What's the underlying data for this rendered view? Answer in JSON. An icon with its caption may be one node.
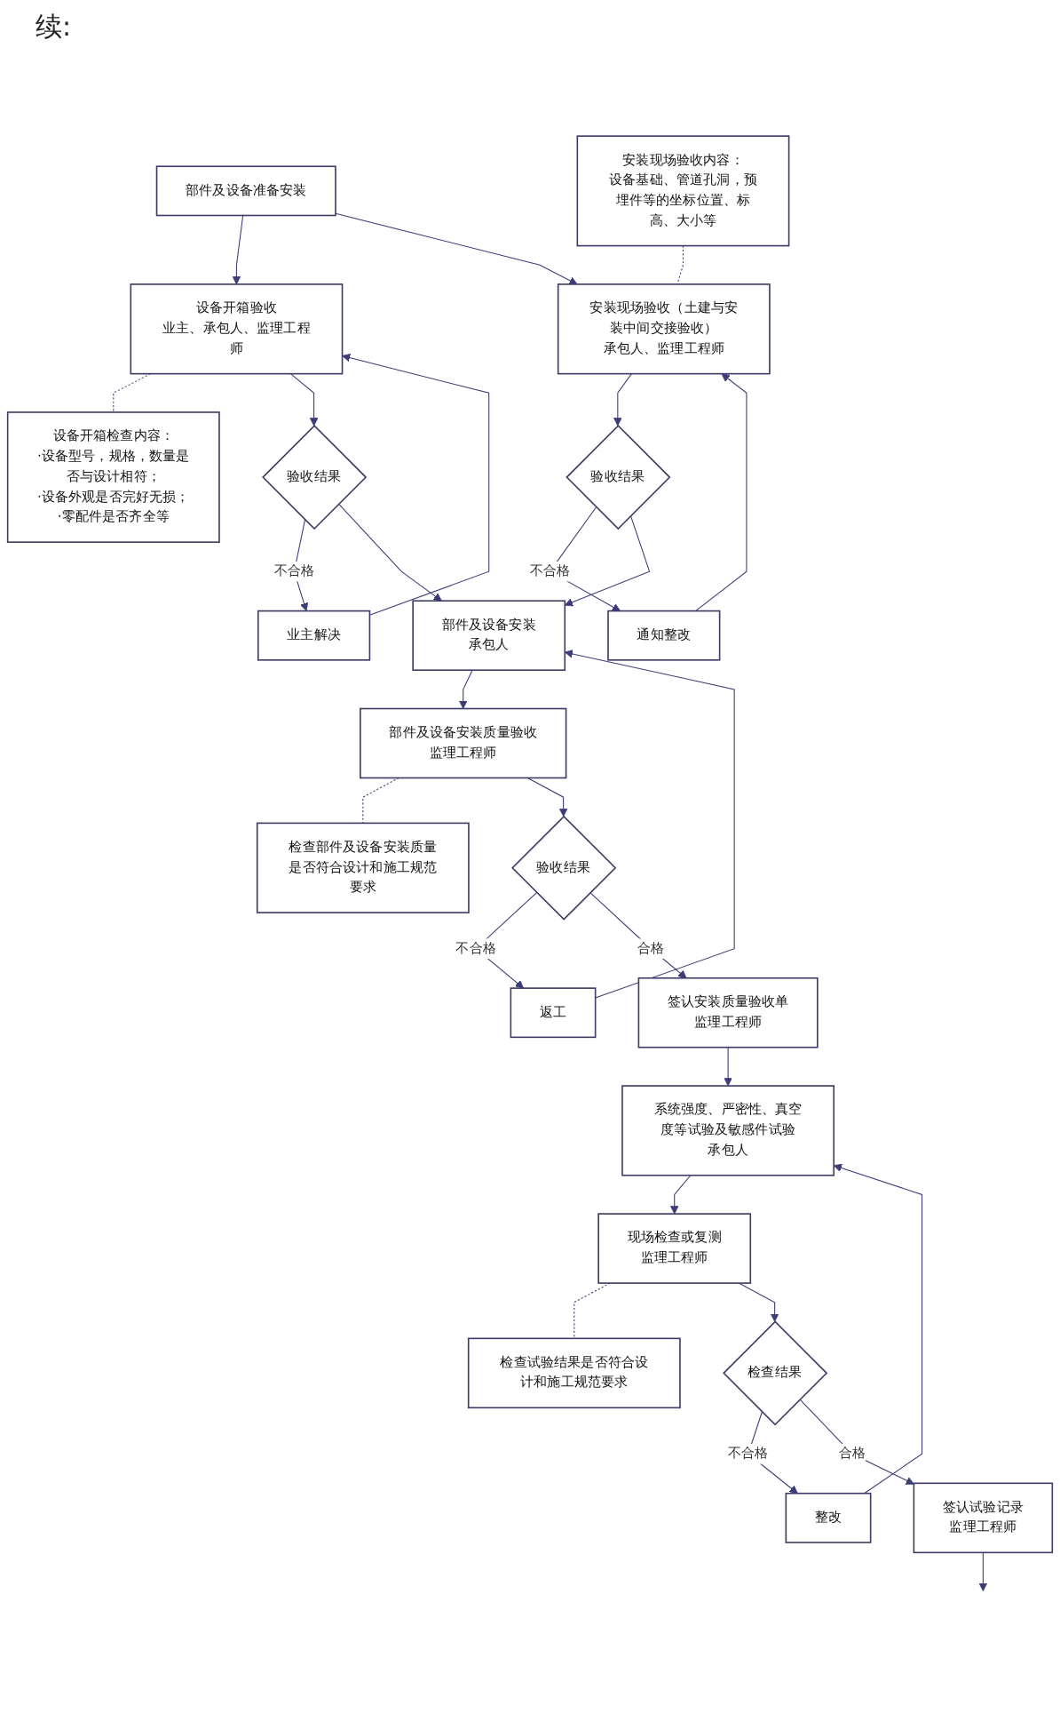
{
  "diagram": {
    "nodes": [
      {
        "text": [
          "部件及设备准备安装"
        ]
      },
      {
        "text": [
          "设备开箱检查内容：",
          "·设备型号，规格，数量是否与设计相符；",
          "·设备外观是否完好无损；",
          "·零配件是否齐全等"
        ]
      },
      {
        "text": [
          "设备开箱验收",
          "业主、承包人、监理工程师"
        ]
      },
      {
        "text": [
          "安装现场验收（土建与安装中间交接验收）",
          "承包人、监理工程师"
        ]
      },
      {
        "text": [
          "安装现场验收内容：",
          "设备基础、管道孔洞，预埋件等的坐标位置、标高、大小等"
        ]
      },
      {
        "text": [
          "业主解决"
        ]
      },
      {
        "text": [
          "验收结果"
        ]
      },
      {
        "text": [
          "验收结果"
        ]
      },
      {
        "text": [
          "通知整改"
        ]
      },
      {
        "text": [
          "部件及设备安装",
          "承包人"
        ]
      },
      {
        "text": [
          "检查部件及设备安装质量是否符合设计和施工规范要求"
        ]
      },
      {
        "text": [
          "部件及设备安装质量验收",
          "监理工程师"
        ]
      },
      {
        "text": [
          "验收结果"
        ]
      },
      {
        "text": [
          "返工"
        ]
      },
      {
        "text": [
          "签认安装质量验收单",
          "监理工程师"
        ]
      },
      {
        "text": [
          "系统强度、严密性、真空度等试验及敏感件试验",
          "承包人"
        ]
      },
      {
        "text": [
          "检查试验结果是否符合设计和施工规范要求"
        ]
      },
      {
        "text": [
          "现场检查或复测",
          "监理工程师"
        ]
      },
      {
        "text": [
          "检查结果"
        ]
      },
      {
        "text": [
          "整改"
        ]
      },
      {
        "text": [
          "签认试验记录",
          "监理工程师"
        ]
      }
    ],
    "edges": [
      {
        "from": 0,
        "to": 2,
        "arrow": "to"
      },
      {
        "from": 0,
        "to": 3,
        "arrow": "to"
      },
      {
        "from": 1,
        "to": 2,
        "arrow": "none",
        "style": "dashed"
      },
      {
        "from": 3,
        "to": 4,
        "arrow": "none",
        "style": "dashed"
      },
      {
        "from": 2,
        "to": 6,
        "arrow": "to"
      },
      {
        "from": 3,
        "to": 7,
        "arrow": "to"
      },
      {
        "from": 6,
        "to": 5,
        "arrow": "to",
        "label": "不合格"
      },
      {
        "from": 7,
        "to": 8,
        "arrow": "to",
        "label": "不合格"
      },
      {
        "from": 5,
        "to": 2,
        "arrow": "to"
      },
      {
        "from": 8,
        "to": 3,
        "arrow": "to"
      },
      {
        "from": 6,
        "to": 9,
        "arrow": "to"
      },
      {
        "from": 7,
        "to": 9,
        "arrow": "to"
      },
      {
        "from": 9,
        "to": 11,
        "arrow": "to"
      },
      {
        "from": 10,
        "to": 11,
        "arrow": "none",
        "style": "dashed"
      },
      {
        "from": 11,
        "to": 12,
        "arrow": "to"
      },
      {
        "from": 12,
        "to": 13,
        "arrow": "to",
        "label": "不合格"
      },
      {
        "from": 13,
        "to": 9,
        "arrow": "to"
      },
      {
        "from": 12,
        "to": 14,
        "arrow": "to",
        "label": "合格"
      },
      {
        "from": 14,
        "to": 15,
        "arrow": "to"
      },
      {
        "from": 15,
        "to": 17,
        "arrow": "to"
      },
      {
        "from": 16,
        "to": 17,
        "arrow": "none",
        "style": "dashed"
      },
      {
        "from": 17,
        "to": 18,
        "arrow": "to"
      },
      {
        "from": 18,
        "to": 19,
        "arrow": "to",
        "label": "不合格"
      },
      {
        "from": 19,
        "to": 15,
        "arrow": "to"
      },
      {
        "from": 18,
        "to": 20,
        "arrow": "to",
        "label": "合格"
      },
      {
        "from": 20,
        "to": null,
        "arrow": "to"
      }
    ],
    "labels": [
      "续:"
    ]
  }
}
